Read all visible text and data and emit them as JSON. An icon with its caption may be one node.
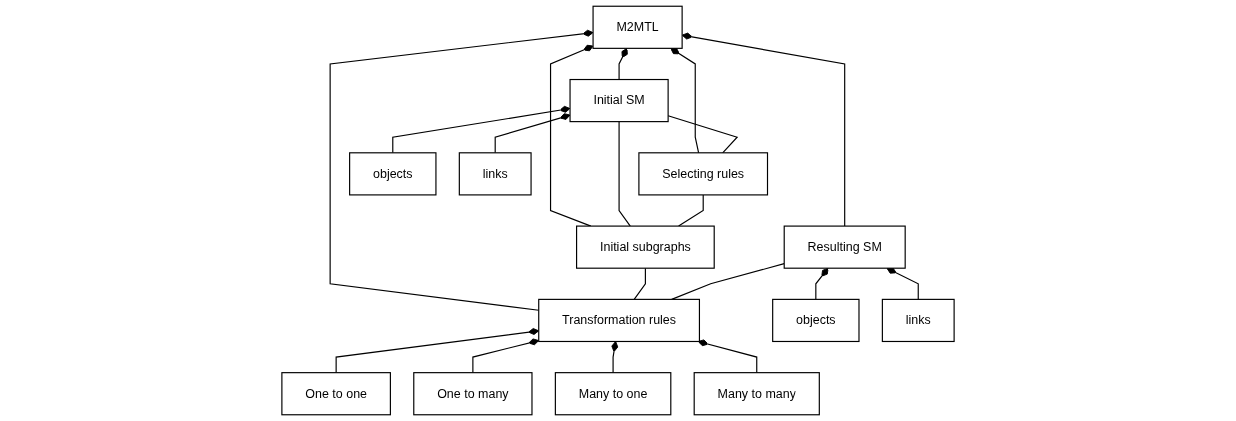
{
  "diagram": {
    "nodes": [
      {
        "text": [
          "M2MTL"
        ]
      },
      {
        "text": [
          "Initial SM"
        ]
      },
      {
        "text": [
          "Selecting rules"
        ]
      },
      {
        "text": [
          "Resulting SM"
        ]
      },
      {
        "text": [
          "objects"
        ]
      },
      {
        "text": [
          "links"
        ]
      },
      {
        "text": [
          "Initial subgraphs"
        ]
      },
      {
        "text": [
          "Transformation rules"
        ]
      },
      {
        "text": [
          "objects"
        ]
      },
      {
        "text": [
          "links"
        ]
      },
      {
        "text": [
          "One to one"
        ]
      },
      {
        "text": [
          "One to many"
        ]
      },
      {
        "text": [
          "Many to one"
        ]
      },
      {
        "text": [
          "Many to many"
        ]
      }
    ],
    "edges": [
      {
        "from": 0,
        "to": 1,
        "arrow": "other"
      },
      {
        "from": 0,
        "to": 6,
        "arrow": "other"
      },
      {
        "from": 0,
        "to": 2,
        "arrow": "other"
      },
      {
        "from": 0,
        "to": 7,
        "arrow": "other"
      },
      {
        "from": 0,
        "to": 3,
        "arrow": "other"
      },
      {
        "from": 1,
        "to": 2,
        "arrow": "none"
      },
      {
        "from": 1,
        "to": 6,
        "arrow": "none"
      },
      {
        "from": 2,
        "to": 6,
        "arrow": "none"
      },
      {
        "from": 1,
        "to": 4,
        "arrow": "other"
      },
      {
        "from": 1,
        "to": 5,
        "arrow": "other"
      },
      {
        "from": 6,
        "to": 7,
        "arrow": "none"
      },
      {
        "from": 3,
        "to": 7,
        "arrow": "none"
      },
      {
        "from": 3,
        "to": 8,
        "arrow": "other"
      },
      {
        "from": 3,
        "to": 9,
        "arrow": "other"
      },
      {
        "from": 7,
        "to": 10,
        "arrow": "other"
      },
      {
        "from": 7,
        "to": 11,
        "arrow": "other"
      },
      {
        "from": 7,
        "to": 12,
        "arrow": "other"
      },
      {
        "from": 7,
        "to": 13,
        "arrow": "other"
      }
    ]
  }
}
